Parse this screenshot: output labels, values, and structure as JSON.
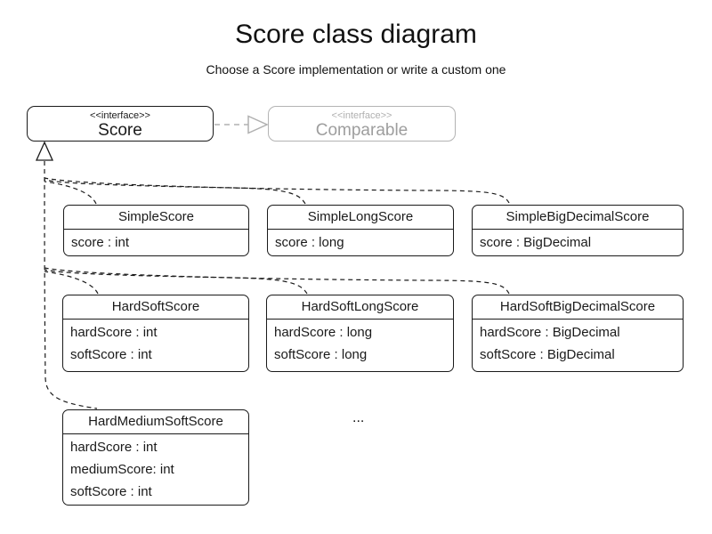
{
  "header": {
    "title": "Score class diagram",
    "subtitle": "Choose a Score implementation or write a custom one"
  },
  "interfaces": {
    "score": {
      "stereotype": "<<interface>>",
      "name": "Score"
    },
    "comparable": {
      "stereotype": "<<interface>>",
      "name": "Comparable"
    }
  },
  "classes": [
    {
      "name": "SimpleScore",
      "attributes": [
        "score : int"
      ]
    },
    {
      "name": "SimpleLongScore",
      "attributes": [
        "score : long"
      ]
    },
    {
      "name": "SimpleBigDecimalScore",
      "attributes": [
        "score : BigDecimal"
      ]
    },
    {
      "name": "HardSoftScore",
      "attributes": [
        "hardScore : int",
        "softScore : int"
      ]
    },
    {
      "name": "HardSoftLongScore",
      "attributes": [
        "hardScore : long",
        "softScore : long"
      ]
    },
    {
      "name": "HardSoftBigDecimalScore",
      "attributes": [
        "hardScore : BigDecimal",
        "softScore : BigDecimal"
      ]
    },
    {
      "name": "HardMediumSoftScore",
      "attributes": [
        "hardScore : int",
        "mediumScore: int",
        "softScore : int"
      ]
    }
  ],
  "relations": {
    "score_to_comparable": "realization",
    "classes_to_score": "realization"
  },
  "ellipsis": "...",
  "colors": {
    "stroke": "#1a1a1a",
    "muted_stroke": "#b3b3b3",
    "muted_text": "#9e9e9e",
    "background": "#ffffff"
  }
}
